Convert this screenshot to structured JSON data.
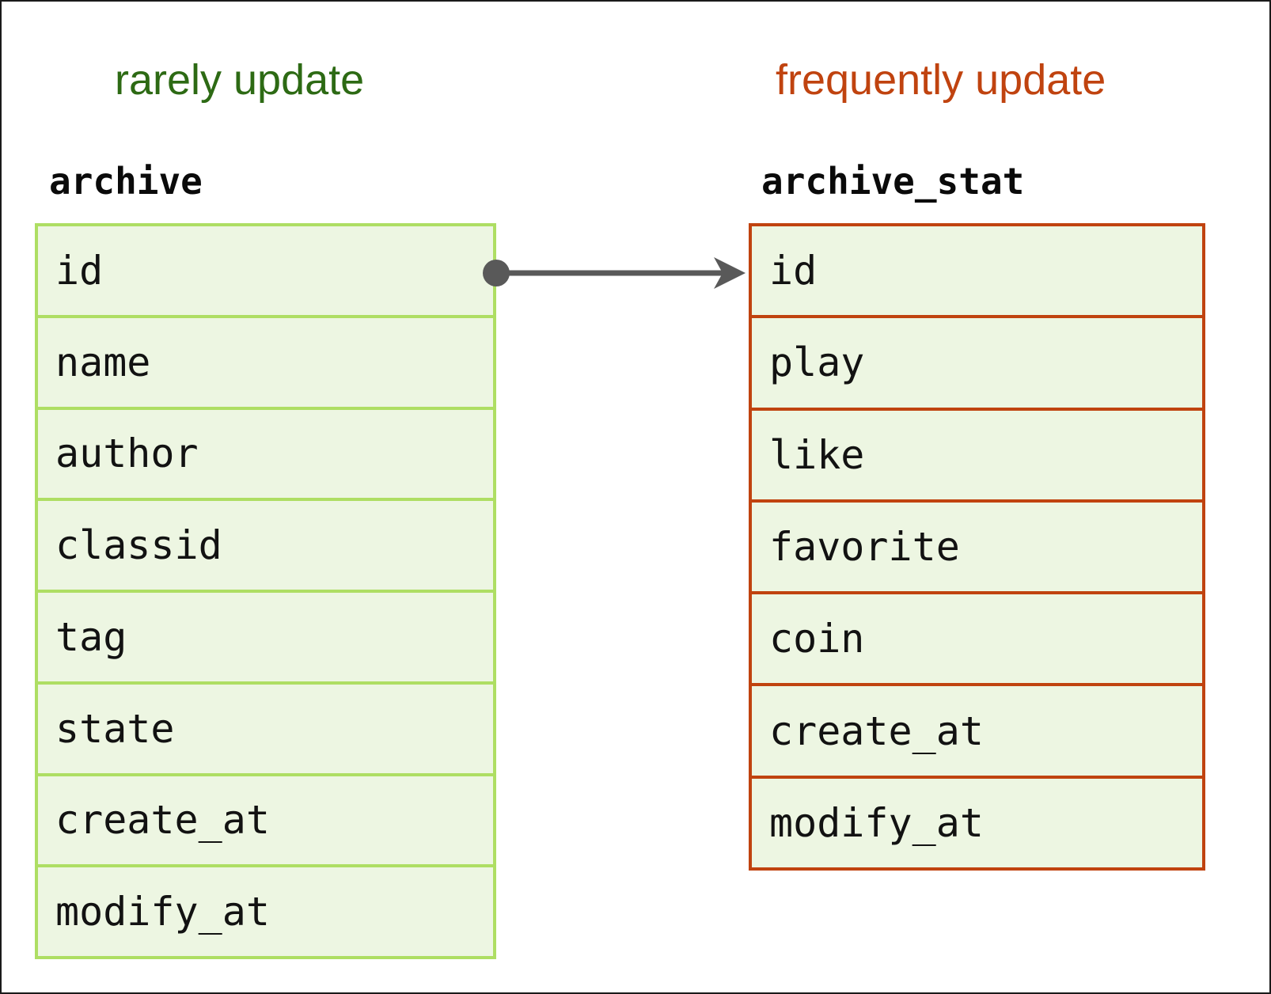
{
  "diagram": {
    "title_left": "rarely update",
    "title_right": "frequently update",
    "colors": {
      "rarely_update_text": "#2d6a14",
      "frequently_update_text": "#c0430f",
      "archive_border": "#aede63",
      "archive_stat_border": "#c0430f",
      "row_fill": "#edf6e2",
      "connector": "#595959",
      "frame": "#1a1a1a",
      "field_text": "#121212",
      "table_name_text": "#0a0a0a"
    }
  },
  "tables": {
    "archive": {
      "name": "archive",
      "update_frequency_label": "rarely update",
      "fields": [
        {
          "name": "id"
        },
        {
          "name": "name"
        },
        {
          "name": "author"
        },
        {
          "name": "classid"
        },
        {
          "name": "tag"
        },
        {
          "name": "state"
        },
        {
          "name": "create_at"
        },
        {
          "name": "modify_at"
        }
      ]
    },
    "archive_stat": {
      "name": "archive_stat",
      "update_frequency_label": "frequently update",
      "fields": [
        {
          "name": "id"
        },
        {
          "name": "play"
        },
        {
          "name": "like"
        },
        {
          "name": "favorite"
        },
        {
          "name": "coin"
        },
        {
          "name": "create_at"
        },
        {
          "name": "modify_at"
        }
      ]
    }
  },
  "relation": {
    "from_table": "archive",
    "from_field": "id",
    "to_table": "archive_stat",
    "to_field": "id",
    "source_marker": "circle",
    "target_marker": "arrow"
  }
}
